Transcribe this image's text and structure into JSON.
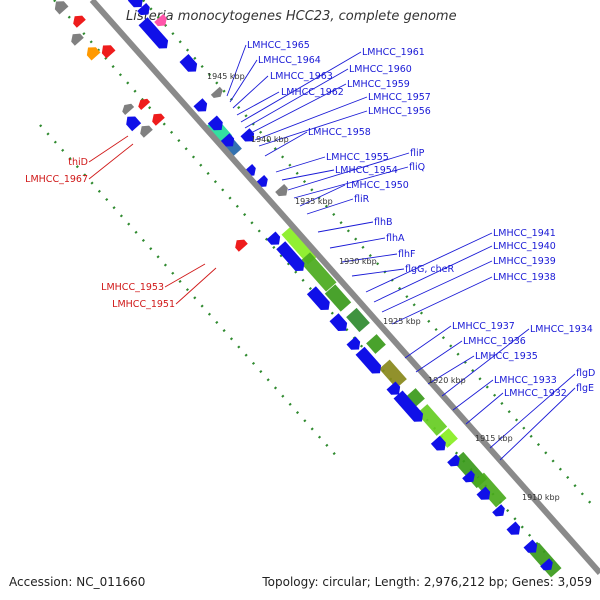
{
  "title": "Listeria monocytogenes HCC23, complete genome",
  "footer": {
    "accession": "Accession: NC_011660",
    "summary": "Topology: circular; Length: 2,976,212 bp; Genes: 3,059"
  },
  "colors": {
    "backbone": "#8a8a8a",
    "cds": "#1010e8",
    "rna": "#ee1c1c",
    "other": "#808080",
    "orange": "#ff9900",
    "pink": "#ff55aa",
    "blue_label": "#1a1ad6",
    "red_label": "#d01818",
    "tick_dot": "#2f8a2f",
    "conservation": "#3a9a1a"
  },
  "ticks": [
    "1945 kbp",
    "1940 kbp",
    "1935 kbp",
    "1930 kbp",
    "1925 kbp",
    "1920 kbp",
    "1915 kbp",
    "1910 kbp"
  ],
  "labels_blue": [
    "LMHCC_1965",
    "LMHCC_1964",
    "LMHCC_1963",
    "LMHCC_1962",
    "LMHCC_1961",
    "LMHCC_1960",
    "LMHCC_1959",
    "LMHCC_1957",
    "LMHCC_1956",
    "LMHCC_1958",
    "LMHCC_1955",
    "LMHCC_1954",
    "fliP",
    "fliQ",
    "LMHCC_1950",
    "fliR",
    "flhB",
    "flhA",
    "flhF",
    "flgG, cheR",
    "LMHCC_1941",
    "LMHCC_1940",
    "LMHCC_1939",
    "LMHCC_1938",
    "LMHCC_1937",
    "LMHCC_1936",
    "LMHCC_1935",
    "LMHCC_1934",
    "LMHCC_1933",
    "LMHCC_1932",
    "flgD",
    "flgE"
  ],
  "labels_red": [
    "thiD",
    "LMHCC_1967",
    "LMHCC_1953",
    "LMHCC_1951"
  ]
}
